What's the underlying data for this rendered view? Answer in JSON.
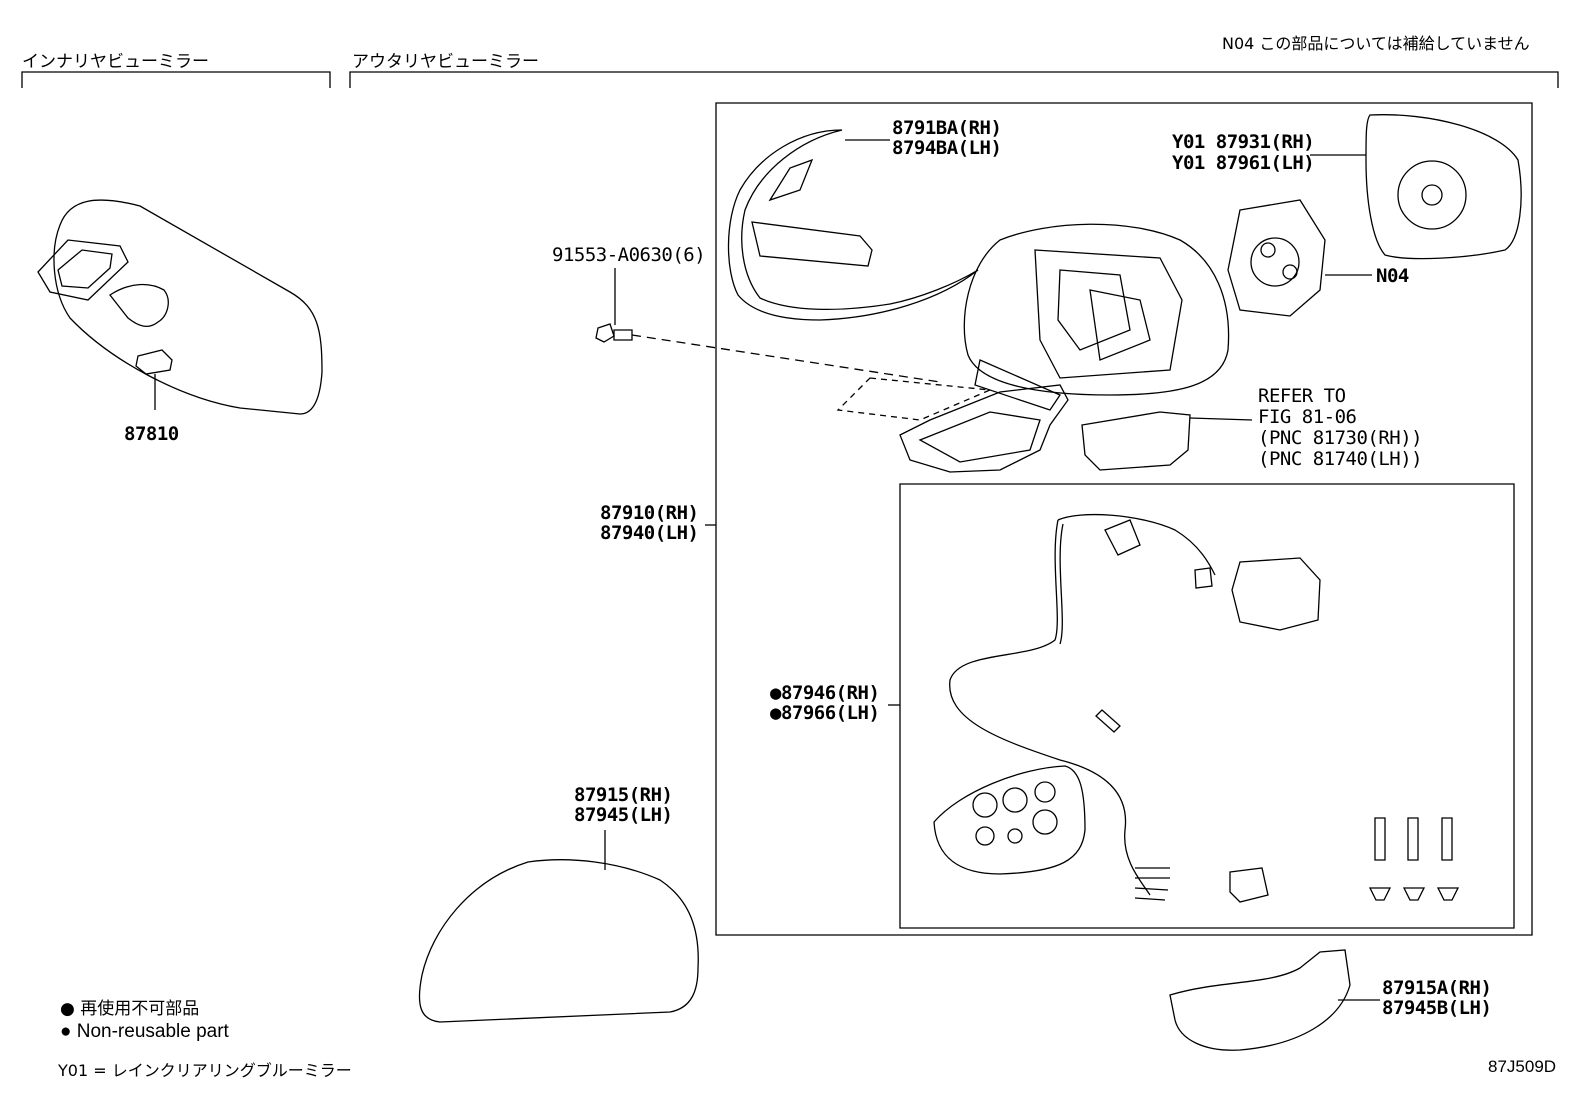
{
  "header": {
    "note_n04": "N04 この部品については補給していません",
    "section_inner": "インナリヤビューミラー",
    "section_outer": "アウタリヤビューミラー"
  },
  "parts": {
    "p87810": "87810",
    "p91553": "91553-A0630(6)",
    "p8791BA": "8791BA(RH)",
    "p8794BA": "8794BA(LH)",
    "p87931": "Y01 87931(RH)",
    "p87961": "Y01 87961(LH)",
    "pN04": "N04",
    "refer1": "REFER TO",
    "refer2": "FIG 81-06",
    "refer3": "(PNC 81730(RH))",
    "refer4": "(PNC 81740(LH))",
    "p87910": "87910(RH)",
    "p87940": "87940(LH)",
    "p87946": "●87946(RH)",
    "p87966": "●87966(LH)",
    "p87915": "87915(RH)",
    "p87945": "87945(LH)",
    "p87915A": "87915A(RH)",
    "p87945B": "87945B(LH)"
  },
  "legend": {
    "nonreusable_jp": "● 再使用不可部品",
    "nonreusable_en": "● Non-reusable part",
    "y01_note": "Y01 = レインクリアリングブルーミラー",
    "figure_code": "87J509D"
  }
}
